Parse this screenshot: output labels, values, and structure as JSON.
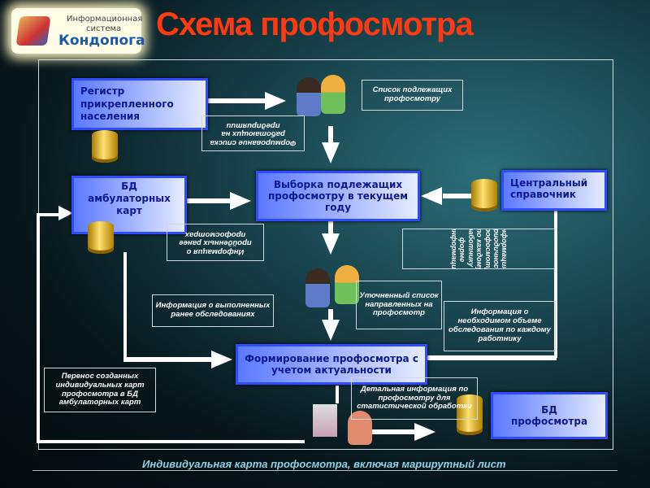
{
  "logo": {
    "line1": "Информационная",
    "line2": "система",
    "line3": "Кондопога"
  },
  "title": "Схема профосмотра",
  "boxes": {
    "registry": "Регистр прикрепленного населения",
    "ambulatory_db": "БД амбулаторных карт",
    "selection": "Выборка подлежащих профосмотру в текущем году",
    "central_ref": "Центральный справочник",
    "forming": "Формирование профосмотра с учетом актуальности",
    "checkup_db": "БД профосмотра"
  },
  "notes": {
    "list_subject": "Список подлежащих профосмотру",
    "forming_lists": "Формирование списка работающих на предприятии",
    "previous_checkups": "Информация о пройденных ранее профосмотрах",
    "periodicity": "Информация о периодичности профосмотра по каждому работнику и форме информации",
    "refined_list": "Уточненный список направленных на профосмотр",
    "completed_exams": "Информация о выполненных ранее обследованиях",
    "required_volume": "Информация о необходимом объеме обследования по каждому работнику",
    "transfer_cards": "Перенос созданных индивидуальных карт профосмотра в БД амбулаторных карт",
    "detailed_info": "Детальная информация по профосмотру для статистической обработки"
  },
  "footer": "Индивидуальная карта профосмотра, включая маршрутный лист",
  "colors": {
    "title": "#ff3a12",
    "box_border": "#2d4bff",
    "box_text": "#0c1a8c"
  }
}
